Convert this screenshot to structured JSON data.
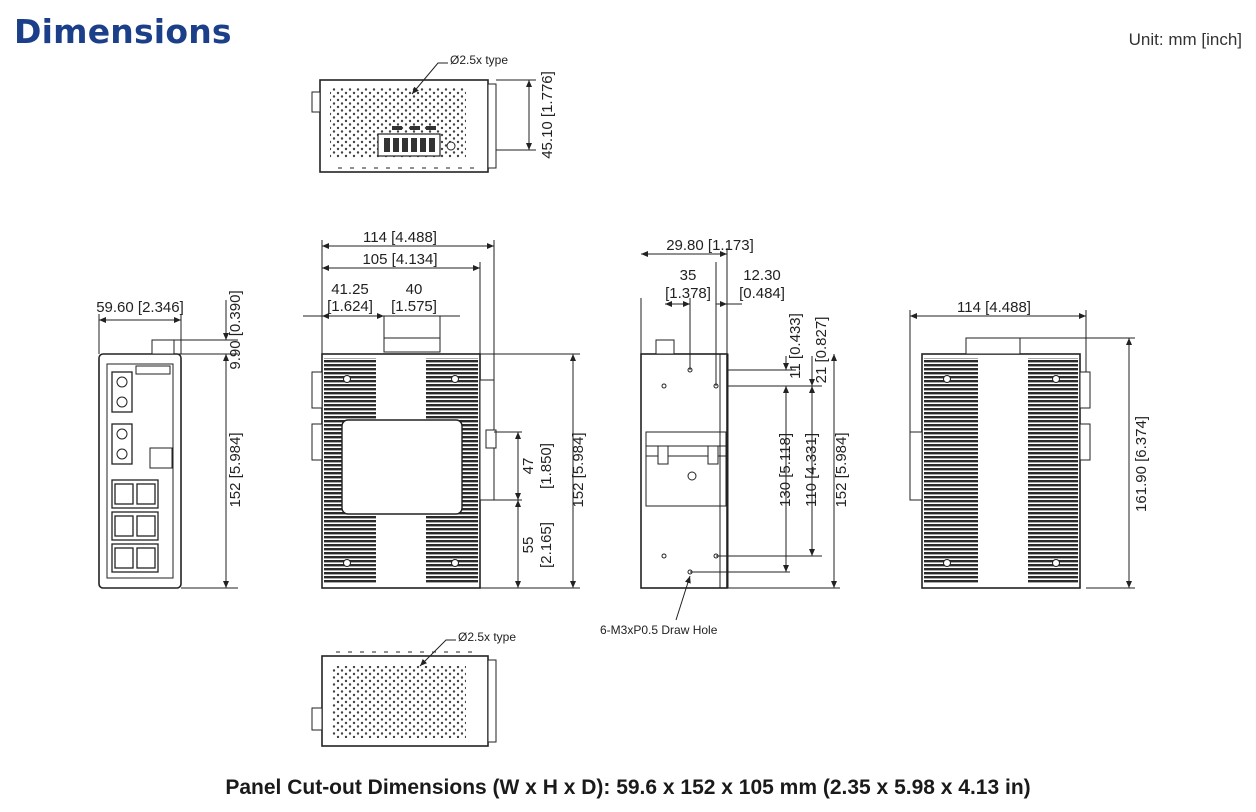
{
  "header": {
    "title": "Dimensions",
    "unit_note": "Unit: mm [inch]"
  },
  "callouts": {
    "hole_type_top": "Ø2.5x type",
    "hole_type_bottom": "Ø2.5x type",
    "draw_hole": "6-M3xP0.5 Draw Hole"
  },
  "front_view": {
    "width": "59.60 [2.346]",
    "top_offset": "9.90 [0.390]",
    "height": "152 [5.984]"
  },
  "side_view": {
    "overall_depth": "114 [4.488]",
    "body_depth": "105 [4.134]",
    "offset_a_mm": "41.25",
    "offset_a_in": "[1.624]",
    "offset_b_mm": "40",
    "offset_b_in": "[1.575]",
    "clip_upper_mm": "47",
    "clip_upper_in": "[1.850]",
    "clip_lower_mm": "55",
    "clip_lower_in": "[2.165]",
    "height": "152 [5.984]"
  },
  "rear_view": {
    "width": "29.80 [1.173]",
    "hole_a_mm": "35",
    "hole_a_in": "[1.378]",
    "hole_b_mm": "12.30",
    "hole_b_in": "[0.484]",
    "v1": "11 [0.433]",
    "v2": "21 [0.827]",
    "v3": "130 [5.118]",
    "v4": "110 [4.331]",
    "height": "152 [5.984]"
  },
  "other_side_view": {
    "depth": "114 [4.488]",
    "height": "161.90 [6.374]"
  },
  "top_view": {
    "height": "45.10 [1.776]"
  },
  "footer": {
    "caption": "Panel Cut-out Dimensions (W x H x D): 59.6 x 152 x 105 mm (2.35 x 5.98 x 4.13 in)"
  }
}
